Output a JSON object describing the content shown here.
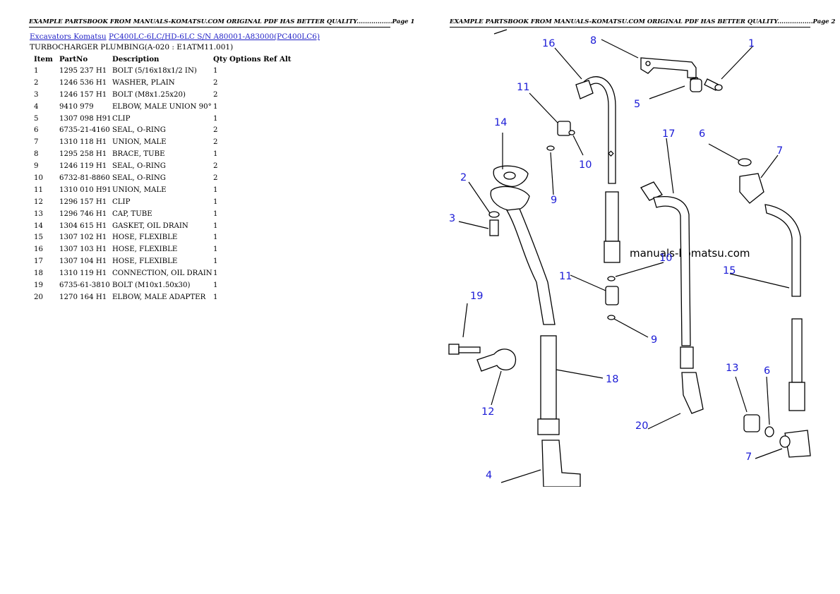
{
  "header": {
    "page1": "EXAMPLE PARTSBOOK FROM MANUALS-KOMATSU.COM ORIGINAL PDF HAS BETTER QUALITY.................Page 1",
    "page2": "EXAMPLE PARTSBOOK FROM MANUALS-KOMATSU.COM ORIGINAL PDF HAS BETTER QUALITY.................Page 2"
  },
  "breadcrumb": {
    "link1": "Excavators Komatsu",
    "link2": "PC400LC-6LC/HD-6LC S/N A80001-A83000(PC400LC6)"
  },
  "subtitle": "TURBOCHARGER PLUMBING(A-020 : E1ATM11.001)",
  "table": {
    "headers": [
      "Item",
      "PartNo",
      "Description",
      "Qty Options Ref Alt"
    ],
    "rows": [
      {
        "item": "1",
        "part": "1295 237 H1",
        "desc": "BOLT (5/16x18x1/2 IN)",
        "qty": "1"
      },
      {
        "item": "2",
        "part": "1246 536 H1",
        "desc": "WASHER, PLAIN",
        "qty": "2"
      },
      {
        "item": "3",
        "part": "1246 157 H1",
        "desc": "BOLT (M8x1.25x20)",
        "qty": "2"
      },
      {
        "item": "4",
        "part": "9410 979",
        "desc": "ELBOW, MALE UNION 90°",
        "qty": "1"
      },
      {
        "item": "5",
        "part": "1307 098 H91",
        "desc": "CLIP",
        "qty": "1"
      },
      {
        "item": "6",
        "part": "6735-21-4160",
        "desc": "SEAL, O-RING",
        "qty": "2"
      },
      {
        "item": "7",
        "part": "1310 118 H1",
        "desc": "UNION, MALE",
        "qty": "2"
      },
      {
        "item": "8",
        "part": "1295 258 H1",
        "desc": "BRACE, TUBE",
        "qty": "1"
      },
      {
        "item": "9",
        "part": "1246 119 H1",
        "desc": "SEAL, O-RING",
        "qty": "2"
      },
      {
        "item": "10",
        "part": "6732-81-8860",
        "desc": "SEAL, O-RING",
        "qty": "2"
      },
      {
        "item": "11",
        "part": "1310 010 H91",
        "desc": "UNION, MALE",
        "qty": "1"
      },
      {
        "item": "12",
        "part": "1296 157 H1",
        "desc": "CLIP",
        "qty": "1"
      },
      {
        "item": "13",
        "part": "1296 746 H1",
        "desc": "CAP, TUBE",
        "qty": "1"
      },
      {
        "item": "14",
        "part": "1304 615 H1",
        "desc": "GASKET, OIL DRAIN",
        "qty": "1"
      },
      {
        "item": "15",
        "part": "1307 102 H1",
        "desc": "HOSE, FLEXIBLE",
        "qty": "1"
      },
      {
        "item": "16",
        "part": "1307 103 H1",
        "desc": "HOSE, FLEXIBLE",
        "qty": "1"
      },
      {
        "item": "17",
        "part": "1307 104 H1",
        "desc": "HOSE, FLEXIBLE",
        "qty": "1"
      },
      {
        "item": "18",
        "part": "1310 119 H1",
        "desc": "CONNECTION, OIL DRAIN",
        "qty": "1"
      },
      {
        "item": "19",
        "part": "6735-61-3810",
        "desc": "BOLT (M10x1.50x30)",
        "qty": "1"
      },
      {
        "item": "20",
        "part": "1270 164 H1",
        "desc": "ELBOW, MALE ADAPTER",
        "qty": "1"
      }
    ]
  },
  "diagram": {
    "watermark": "manuals-komatsu.com",
    "callouts": [
      "16",
      "8",
      "1",
      "11",
      "5",
      "14",
      "10",
      "17",
      "6",
      "7",
      "2",
      "9",
      "3",
      "10",
      "15",
      "11",
      "19",
      "9",
      "18",
      "13",
      "6",
      "12",
      "20",
      "7",
      "4"
    ],
    "line_color": "#000000",
    "callout_color": "#1b1bd6"
  }
}
